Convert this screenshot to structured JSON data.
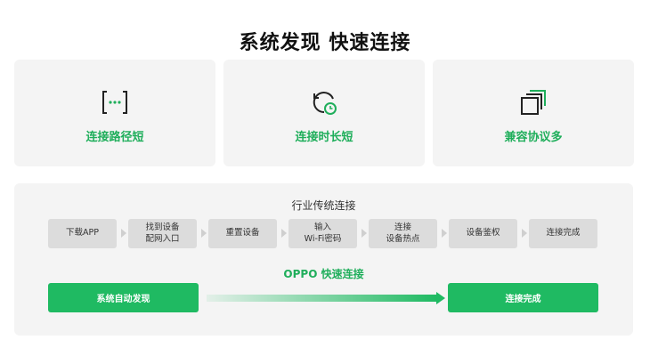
{
  "title": "系统发现 快速连接",
  "features": [
    {
      "icon": "scan-dots-icon",
      "label": "连接路径短"
    },
    {
      "icon": "clock-refresh-icon",
      "label": "连接时长短"
    },
    {
      "icon": "stacked-squares-icon",
      "label": "兼容协议多"
    }
  ],
  "traditional": {
    "title": "行业传统连接",
    "steps": [
      {
        "line1": "下载APP",
        "line2": ""
      },
      {
        "line1": "找到设备",
        "line2": "配网入口"
      },
      {
        "line1": "重置设备",
        "line2": ""
      },
      {
        "line1": "输入",
        "line2": "Wi-Fi密码"
      },
      {
        "line1": "连接",
        "line2": "设备热点"
      },
      {
        "line1": "设备鉴权",
        "line2": ""
      },
      {
        "line1": "连接完成",
        "line2": ""
      }
    ]
  },
  "oppo": {
    "title": "OPPO 快速连接",
    "start": "系统自动发现",
    "end": "连接完成"
  },
  "colors": {
    "accent": "#1fae5b",
    "button": "#1fba62",
    "card": "#f4f4f4",
    "step": "#dcdcdc"
  }
}
